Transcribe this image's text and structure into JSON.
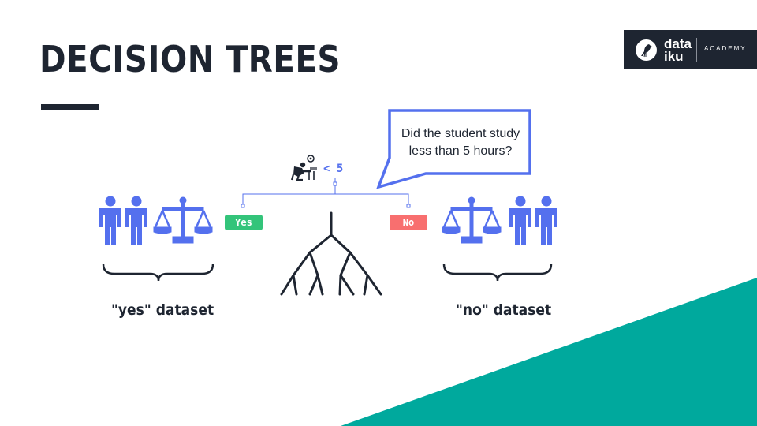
{
  "slide": {
    "title": "DECISION TREES",
    "accent_color": "#00a99d",
    "icon_color": "#5470ee",
    "text_color": "#1e2531"
  },
  "logo": {
    "line1": "data",
    "line2": "iku",
    "tagline": "ACADEMY"
  },
  "diagram": {
    "question": "Did the student study less than 5 hours?",
    "condition_icon": "student-at-desk-icon",
    "condition_text": "< 5",
    "yes_label": "Yes",
    "no_label": "No",
    "yes_color": "#33c47a",
    "no_color": "#f86f6f",
    "left_group": {
      "icons": [
        "person-icon",
        "person-icon",
        "balance-scale-icon"
      ],
      "caption": "\"yes\" dataset"
    },
    "right_group": {
      "icons": [
        "balance-scale-icon",
        "person-icon",
        "person-icon"
      ],
      "caption": "\"no\" dataset"
    },
    "tree_icon": "tree-structure-icon"
  }
}
